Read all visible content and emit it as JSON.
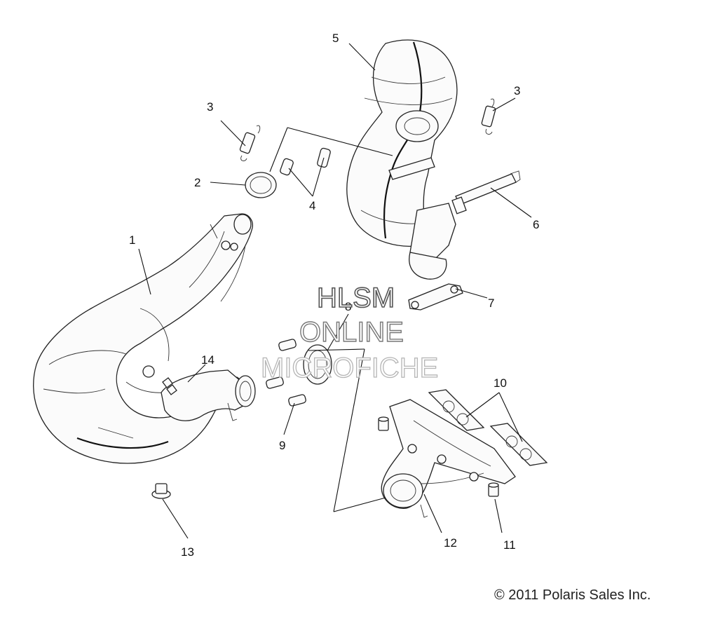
{
  "diagram": {
    "callouts": [
      "1",
      "2",
      "3",
      "3",
      "4",
      "5",
      "6",
      "7",
      "8",
      "9",
      "10",
      "11",
      "12",
      "13",
      "14"
    ],
    "watermark": {
      "line1": "HLSM",
      "line2": "ONLINE",
      "line3": "MICROFICHE"
    },
    "copyright": "© 2011 Polaris Sales Inc."
  }
}
